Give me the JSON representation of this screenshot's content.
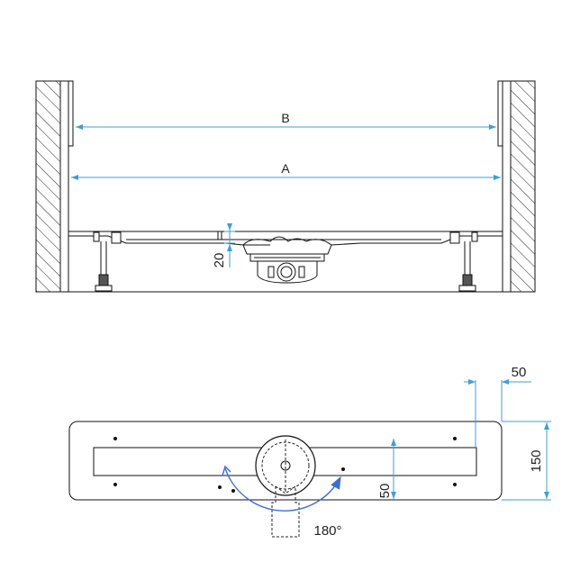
{
  "side_view": {
    "dimension_b_label": "B",
    "dimension_a_label": "A",
    "height_label": "20"
  },
  "plan_view": {
    "offset_label": "50",
    "width_label": "150",
    "channel_offset_label": "50",
    "rotation_label": "180°"
  },
  "colors": {
    "dimension_line": "#3aa0d8",
    "outline": "#111111",
    "rotation_arrow": "#3a6fd8"
  }
}
